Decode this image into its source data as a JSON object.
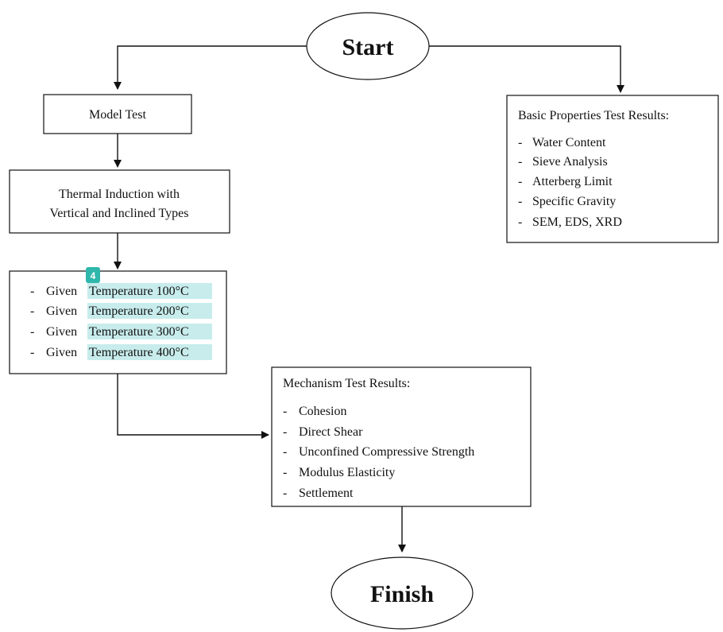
{
  "start": {
    "label": "Start"
  },
  "finish": {
    "label": "Finish"
  },
  "model_test": {
    "label": "Model Test"
  },
  "thermal_induction": {
    "lines": [
      "Thermal Induction with",
      "Vertical and Inclined Types"
    ]
  },
  "temperatures": {
    "badge": "4",
    "items": [
      {
        "dash": "-",
        "prefix": "Given",
        "value": "Temperature 100°C"
      },
      {
        "dash": "-",
        "prefix": "Given",
        "value": "Temperature 200°C"
      },
      {
        "dash": "-",
        "prefix": "Given",
        "value": "Temperature 300°C"
      },
      {
        "dash": "-",
        "prefix": "Given",
        "value": "Temperature 400°C"
      }
    ],
    "highlight_color": "#c8ecec",
    "badge_color": "#2fb7ac"
  },
  "basic_properties": {
    "title": "Basic Properties Test Results:",
    "items": [
      {
        "dash": "-",
        "text": "Water Content"
      },
      {
        "dash": "-",
        "text": "Sieve Analysis"
      },
      {
        "dash": "-",
        "text": "Atterberg Limit"
      },
      {
        "dash": "-",
        "text": "Specific Gravity"
      },
      {
        "dash": "-",
        "text": "SEM, EDS, XRD"
      }
    ]
  },
  "mechanism": {
    "title": "Mechanism Test Results:",
    "items": [
      {
        "dash": "-",
        "text": "Cohesion"
      },
      {
        "dash": "-",
        "text": "Direct Shear"
      },
      {
        "dash": "-",
        "text": "Unconfined Compressive Strength"
      },
      {
        "dash": "-",
        "text": "Modulus Elasticity"
      },
      {
        "dash": "-",
        "text": "Settlement"
      }
    ]
  }
}
